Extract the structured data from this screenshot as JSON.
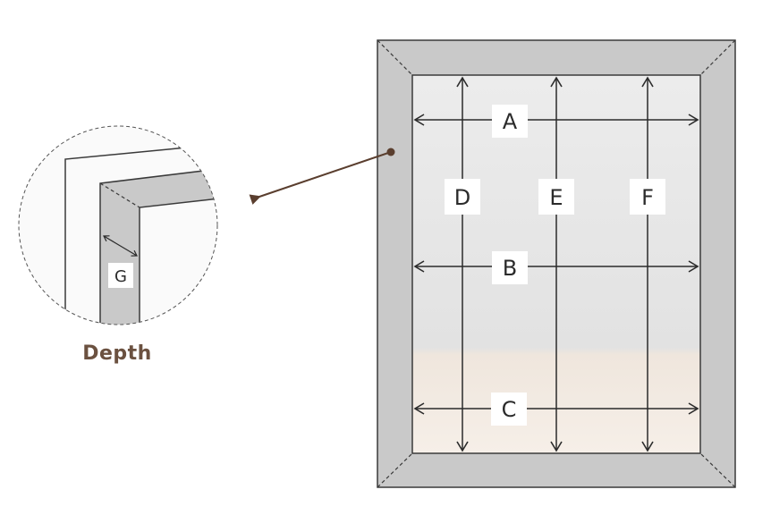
{
  "diagram": {
    "labels": {
      "a": "A",
      "b": "B",
      "c": "C",
      "d": "D",
      "e": "E",
      "f": "F",
      "g": "G"
    },
    "caption": "Depth",
    "colors": {
      "frame": "#c9c9c9",
      "glass": "#e6e6e6",
      "line": "#2b2b2b",
      "pointer": "#5a3e2e",
      "caption": "#6b5140"
    }
  }
}
